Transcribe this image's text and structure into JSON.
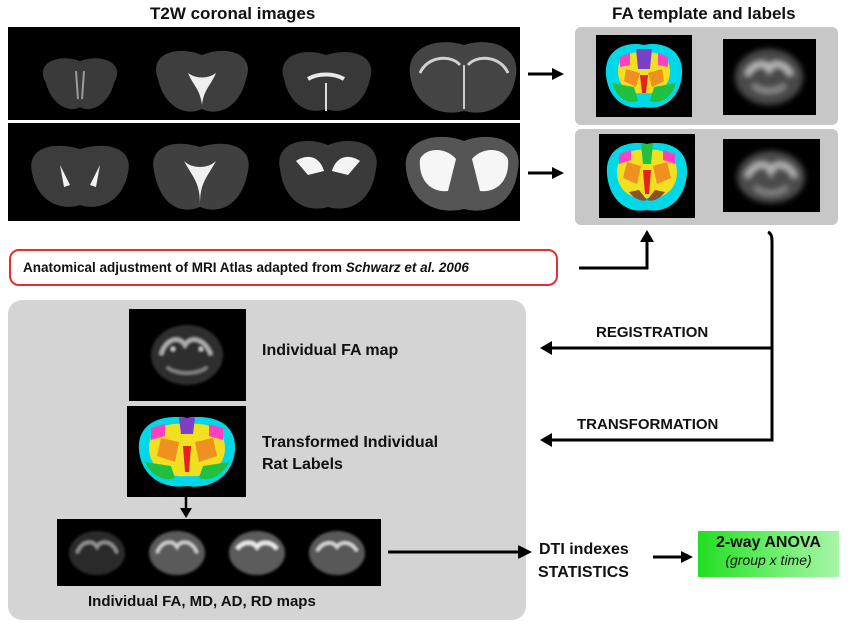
{
  "title_t2w": "T2W coronal images",
  "title_fa": "FA template and labels",
  "note": {
    "prefix": "Anatomical adjustment of MRI Atlas adapted from ",
    "citation": "Schwarz et al. 2006"
  },
  "registration": "REGISTRATION",
  "transformation": "TRANSFORMATION",
  "individual_fa_map": "Individual FA map",
  "transformed_labels_line1": "Transformed Individual",
  "transformed_labels_line2": "Rat Labels",
  "maps_caption": "Individual FA, MD, AD, RD maps",
  "dti_line1": "DTI indexes",
  "dti_line2": "STATISTICS",
  "anova_line1": "2-way ANOVA",
  "anova_line2": "(group x time)",
  "colors": {
    "panel_gray": "#c7c7c7",
    "big_panel_gray": "#d4d4d4",
    "note_border": "#e03030",
    "anova_green": "#22dd22"
  }
}
